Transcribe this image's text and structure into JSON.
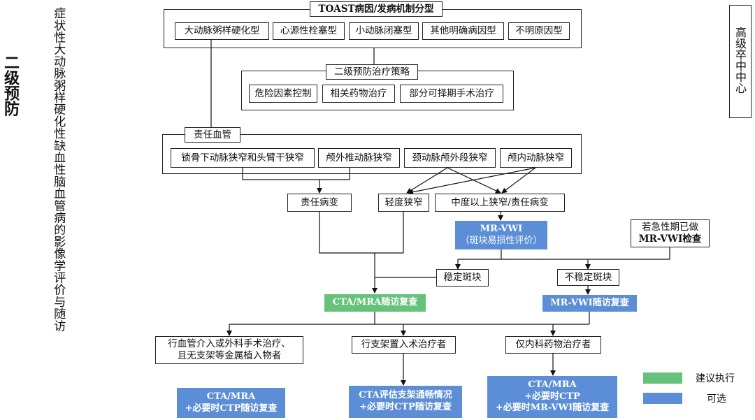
{
  "side": {
    "left_title": "二级预防",
    "left_subtitle": "症状性大动脉粥样硬化性缺血性脑血管病的影像学评价与随访",
    "right_label": "高级卒中中心"
  },
  "toast": {
    "title": "TOAST病因/发病机制分型",
    "types": [
      "大动脉粥样硬化型",
      "心源性栓塞型",
      "小动脉闭塞型",
      "其他明确病因型",
      "不明原因型"
    ]
  },
  "strategy": {
    "title": "二级预防治疗策略",
    "items": [
      "危险因素控制",
      "相关药物治疗",
      "部分可择期手术治疗"
    ]
  },
  "vessel": {
    "title": "责任血管",
    "items": [
      "锁骨下动脉狭窄和头臂干狭窄",
      "颅外椎动脉狭窄",
      "颈动脉颅外段狭窄",
      "颅内动脉狭窄"
    ]
  },
  "lesion": {
    "responsible": "责任病变",
    "mild": "轻度狭窄",
    "moderate": "中度以上狭窄/责任病变"
  },
  "mrvwi": {
    "line1": "MR-VWI",
    "line2": "（斑块易损性评价）"
  },
  "acute_note": {
    "line1": "若急性期已做",
    "line2": "MR-VWI检查"
  },
  "plaque": {
    "stable": "稳定斑块",
    "unstable": "不稳定斑块"
  },
  "followup": {
    "cta_mra": "CTA/MRA随访复查",
    "mr_vwi": "MR-VWI随访复查"
  },
  "treatments": {
    "intervention_line1": "行血管介入或外科手术治疗、",
    "intervention_line2": "且无支架等金属植入物者",
    "stent": "行支架置入术治疗者",
    "medical": "仅内科药物治疗者"
  },
  "outcomes": {
    "a_line1": "CTA/MRA",
    "a_line2": "+必要时CTP随访复查",
    "b_line1": "CTA评估支架通畅情况",
    "b_line2": "+必要时CTP随访复查",
    "c_line1": "CTA/MRA",
    "c_line2": "+必要时CTP",
    "c_line3": "+必要时MR-VWI随访复查"
  },
  "legend": {
    "recommended": "建议执行",
    "optional": "可选",
    "recommended_color": "#66c27a",
    "optional_color": "#5b8ed6"
  }
}
